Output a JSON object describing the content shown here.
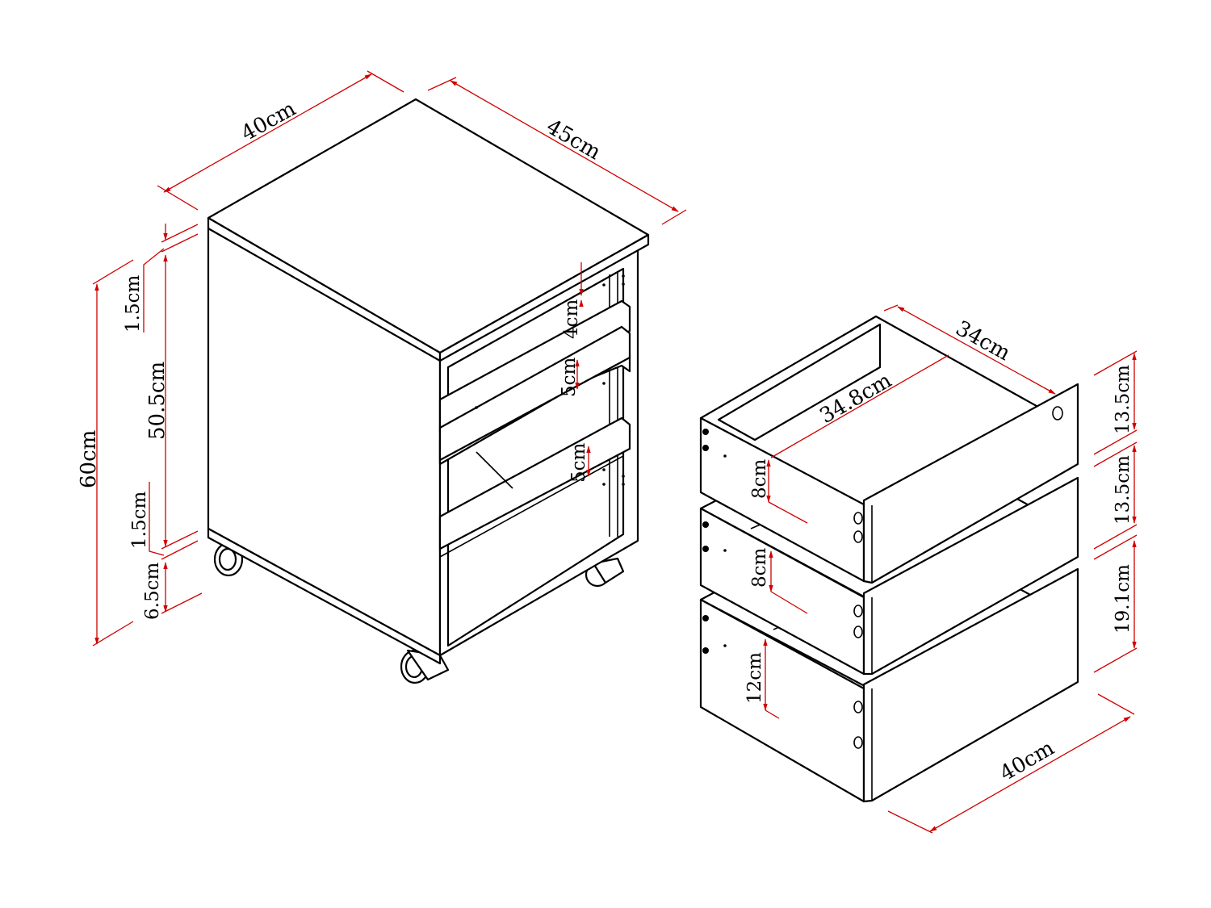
{
  "cabinet": {
    "width_label": "40cm",
    "depth_label": "45cm",
    "total_height_label": "60cm",
    "top_thickness_label": "1.5cm",
    "body_height_label": "50.5cm",
    "bottom_thickness_label": "1.5cm",
    "caster_height_label": "6.5cm",
    "rail_top_gap_label": "4cm",
    "rail_gap_1_label": "5cm",
    "rail_gap_2_label": "5cm"
  },
  "drawers": {
    "inner_depth_label": "34cm",
    "inner_width_label": "34.8cm",
    "front_width_label": "40cm",
    "drawer_1": {
      "side_height_label": "8cm",
      "front_height_label": "13.5cm"
    },
    "drawer_2": {
      "side_height_label": "8cm",
      "front_height_label": "13.5cm"
    },
    "drawer_3": {
      "side_height_label": "12cm",
      "front_height_label": "19.1cm"
    }
  },
  "colors": {
    "outline": "#000000",
    "dimension": "#d00000",
    "background": "#ffffff"
  }
}
